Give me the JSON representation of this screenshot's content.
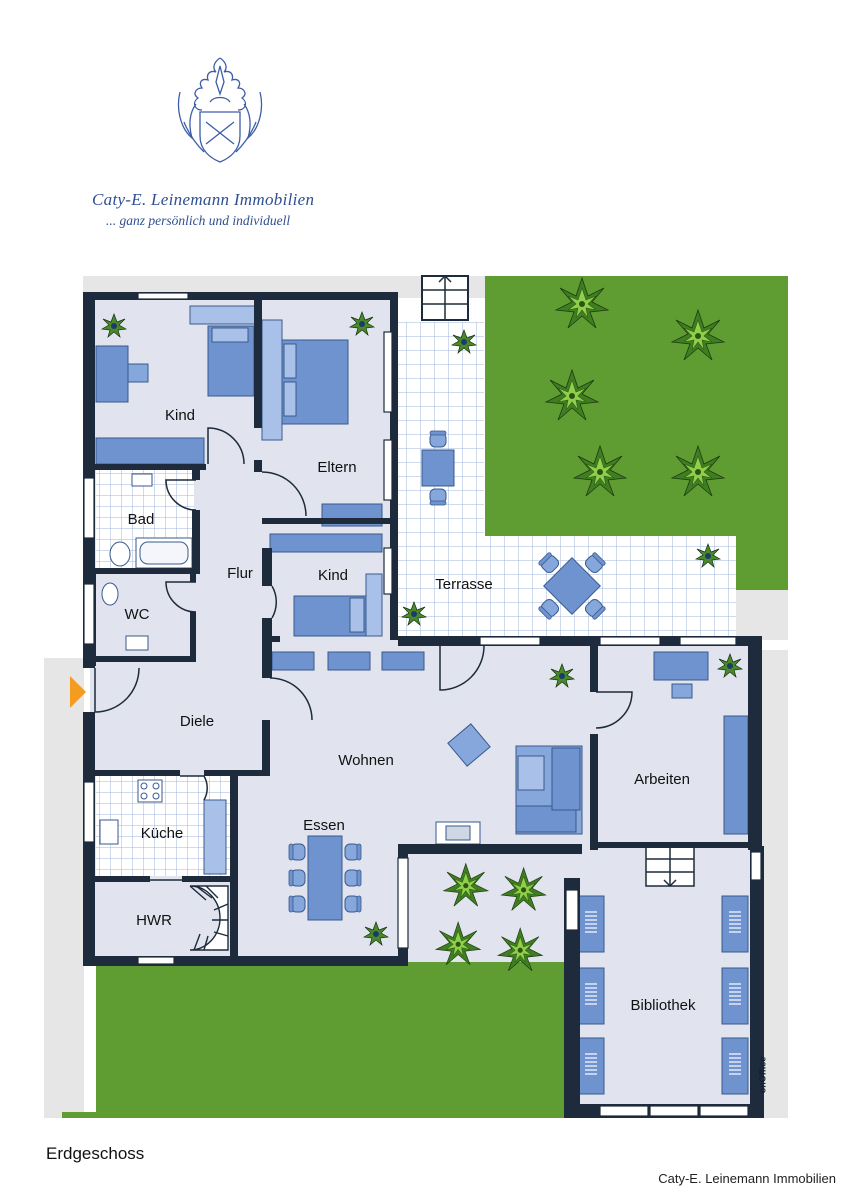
{
  "header": {
    "brand_name": "Caty-E. Leinemann Immobilien",
    "tagline": "... ganz persönlich und individuell",
    "logo_icon": "coat-of-arms-icon"
  },
  "floor_title": "Erdgeschoss",
  "footer_brand": "Caty-E. Leinemann Immobilien",
  "watermark": "onOffice",
  "rooms": {
    "kind_top": "Kind",
    "eltern": "Eltern",
    "bad": "Bad",
    "flur": "Flur",
    "kind_mid": "Kind",
    "wc": "WC",
    "terrasse": "Terrasse",
    "diele": "Diele",
    "wohnen": "Wohnen",
    "arbeiten": "Arbeiten",
    "kueche": "Küche",
    "essen": "Essen",
    "hwr": "HWR",
    "bibliothek": "Bibliothek"
  },
  "colors": {
    "wall": "#1e2b3c",
    "floor": "#e1e4ee",
    "furniture": "#6f93cf",
    "grass": "#5f9d33",
    "paving": "#e6e6e6",
    "tile": "#ffffff",
    "tile_grid": "#9fb7d8",
    "entrance_marker": "#f39c1f"
  }
}
